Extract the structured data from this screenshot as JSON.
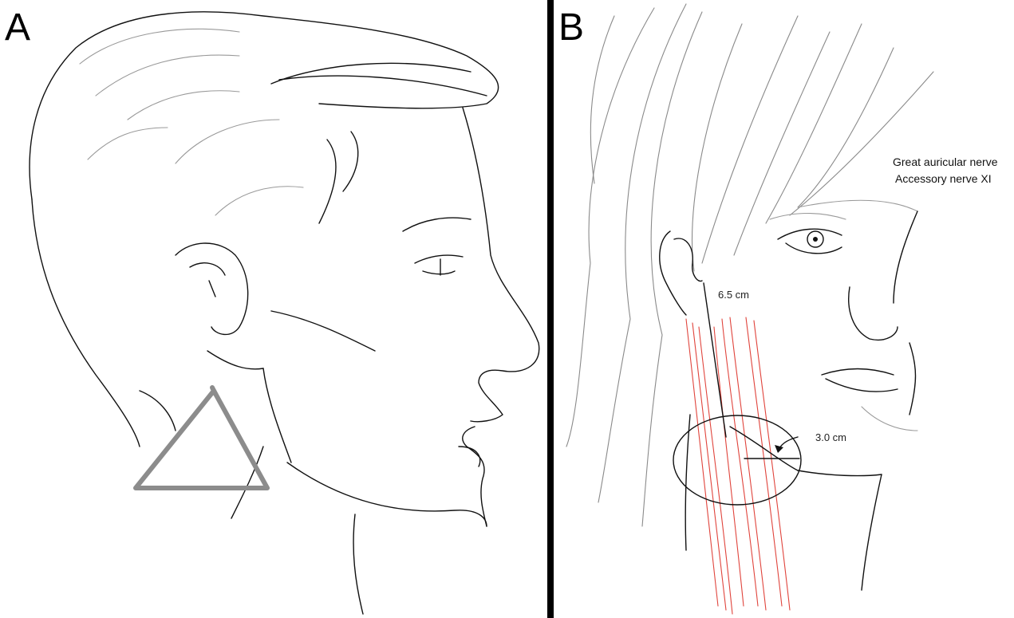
{
  "panels": {
    "a": {
      "letter": "A"
    },
    "b": {
      "letter": "B"
    }
  },
  "measurements": {
    "vertical": "6.5 cm",
    "horizontal": "3.0 cm"
  },
  "legend": {
    "line1": "Great auricular nerve",
    "line2": "Accessory nerve XI"
  },
  "colors": {
    "nerve_lines": "#e0443c",
    "triangle": "#8c8c8c",
    "divider": "#000000"
  }
}
